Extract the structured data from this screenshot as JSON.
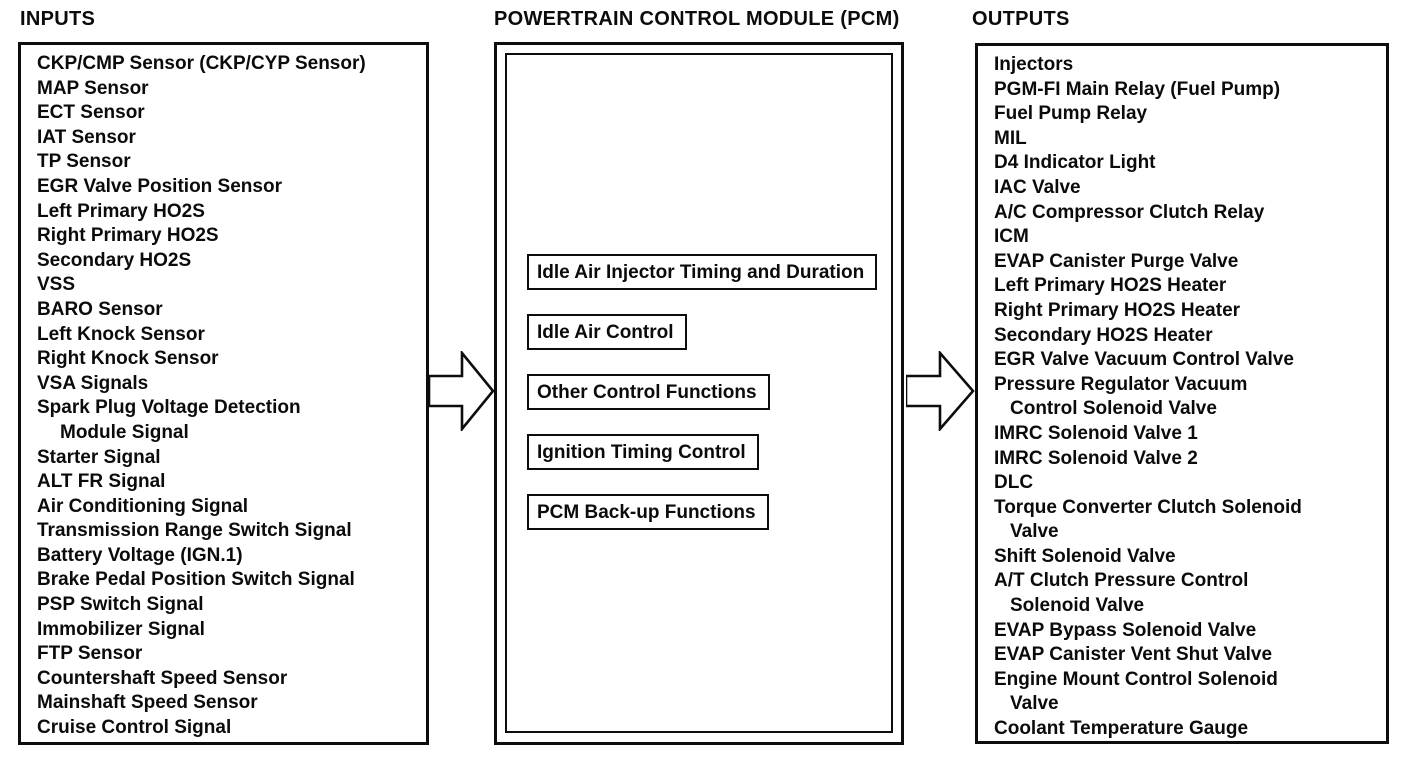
{
  "titles": {
    "inputs": "INPUTS",
    "pcm": "POWERTRAIN CONTROL MODULE (PCM)",
    "outputs": "OUTPUTS"
  },
  "inputs": {
    "lines": [
      {
        "text": "CKP/CMP Sensor (CKP/CYP Sensor)"
      },
      {
        "text": "MAP Sensor"
      },
      {
        "text": "ECT Sensor"
      },
      {
        "text": "IAT Sensor"
      },
      {
        "text": "TP Sensor"
      },
      {
        "text": "EGR Valve Position Sensor"
      },
      {
        "text": "Left Primary HO2S"
      },
      {
        "text": "Right Primary HO2S"
      },
      {
        "text": "Secondary HO2S"
      },
      {
        "text": "VSS"
      },
      {
        "text": "BARO Sensor"
      },
      {
        "text": "Left Knock Sensor"
      },
      {
        "text": "Right Knock Sensor"
      },
      {
        "text": "VSA Signals"
      },
      {
        "text": "Spark Plug Voltage Detection"
      },
      {
        "text": "Module Signal",
        "indent": true
      },
      {
        "text": "Starter Signal"
      },
      {
        "text": "ALT FR Signal"
      },
      {
        "text": "Air Conditioning Signal"
      },
      {
        "text": "Transmission Range Switch Signal"
      },
      {
        "text": "Battery Voltage (IGN.1)"
      },
      {
        "text": "Brake Pedal Position Switch Signal"
      },
      {
        "text": "PSP Switch Signal"
      },
      {
        "text": "Immobilizer Signal"
      },
      {
        "text": "FTP Sensor"
      },
      {
        "text": "Countershaft Speed Sensor"
      },
      {
        "text": "Mainshaft Speed Sensor"
      },
      {
        "text": "Cruise Control Signal"
      }
    ]
  },
  "pcm": {
    "functions": [
      "Idle Air Injector Timing and Duration",
      "Idle Air Control",
      "Other Control Functions",
      "Ignition Timing Control",
      "PCM Back-up Functions"
    ]
  },
  "outputs": {
    "lines": [
      {
        "text": "Injectors"
      },
      {
        "text": "PGM-FI Main Relay (Fuel Pump)"
      },
      {
        "text": "Fuel Pump Relay"
      },
      {
        "text": "MIL"
      },
      {
        "text": "D4 Indicator Light"
      },
      {
        "text": "IAC Valve"
      },
      {
        "text": "A/C Compressor Clutch Relay"
      },
      {
        "text": "ICM"
      },
      {
        "text": "EVAP Canister Purge Valve"
      },
      {
        "text": "Left Primary HO2S Heater"
      },
      {
        "text": "Right Primary HO2S Heater"
      },
      {
        "text": "Secondary HO2S Heater"
      },
      {
        "text": "EGR Valve Vacuum Control Valve"
      },
      {
        "text": "Pressure Regulator Vacuum"
      },
      {
        "text": "Control Solenoid Valve",
        "indent": true
      },
      {
        "text": "IMRC Solenoid Valve 1"
      },
      {
        "text": "IMRC Solenoid Valve 2"
      },
      {
        "text": "DLC"
      },
      {
        "text": "Torque Converter Clutch Solenoid"
      },
      {
        "text": "Valve",
        "indent": true
      },
      {
        "text": "Shift Solenoid Valve"
      },
      {
        "text": "A/T Clutch Pressure Control"
      },
      {
        "text": "Solenoid Valve",
        "indent": true
      },
      {
        "text": "EVAP Bypass Solenoid Valve"
      },
      {
        "text": "EVAP Canister Vent Shut Valve"
      },
      {
        "text": "Engine Mount Control Solenoid"
      },
      {
        "text": "Valve",
        "indent": true
      },
      {
        "text": "Coolant Temperature Gauge"
      }
    ]
  },
  "colors": {
    "ink": "#0d0d0d",
    "paper": "#ffffff"
  }
}
